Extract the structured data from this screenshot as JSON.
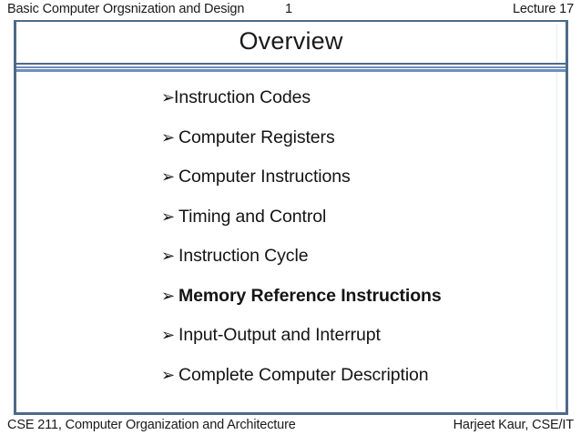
{
  "colors": {
    "frame_border": "#4F6987",
    "rule_light": "#6E8EBC",
    "text": "#141414",
    "background": "#FFFFFF"
  },
  "header": {
    "left": "Basic Computer Orgsnization and Design",
    "page_number": "1",
    "right": "Lecture 17"
  },
  "slide": {
    "title": "Overview",
    "bullet_glyph": "➢",
    "bullets": [
      {
        "label": "Instruction Codes",
        "bold": false,
        "leading_space": false
      },
      {
        "label": "Computer Registers",
        "bold": false,
        "leading_space": true
      },
      {
        "label": "Computer Instructions",
        "bold": false,
        "leading_space": true
      },
      {
        "label": "Timing and Control",
        "bold": false,
        "leading_space": true
      },
      {
        "label": "Instruction Cycle",
        "bold": false,
        "leading_space": true
      },
      {
        "label": "Memory Reference Instructions",
        "bold": true,
        "leading_space": true
      },
      {
        "label": "Input-Output and Interrupt",
        "bold": false,
        "leading_space": true
      },
      {
        "label": "Complete Computer Description",
        "bold": false,
        "leading_space": true
      }
    ]
  },
  "footer": {
    "left": "CSE 211, Computer Organization and Architecture",
    "right": "Harjeet Kaur, CSE/IT"
  }
}
